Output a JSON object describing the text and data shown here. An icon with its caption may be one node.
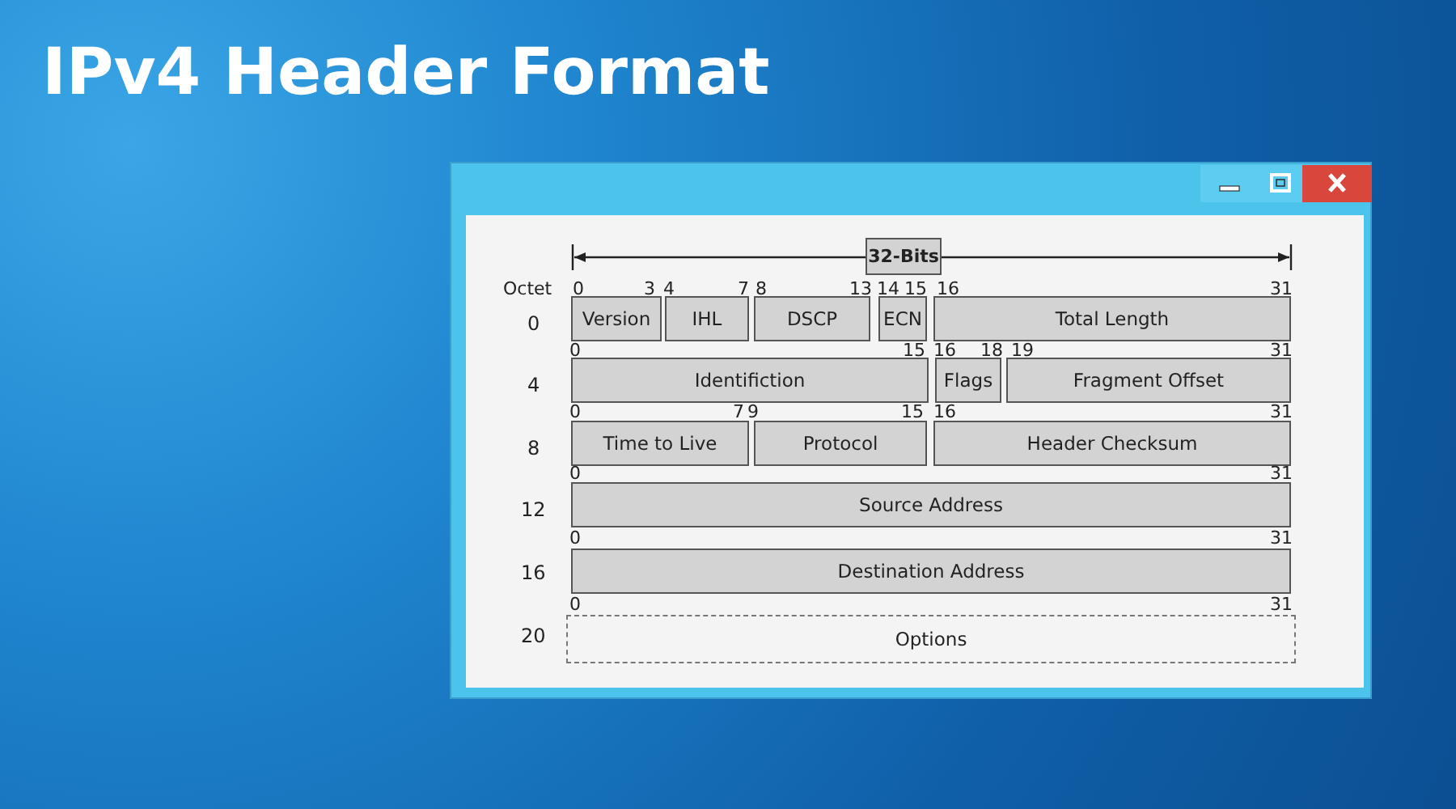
{
  "diagram": {
    "title": "IPv4 Header Format",
    "nodes": [
      {
        "text": [
          "32-Bits"
        ]
      },
      {
        "text": [
          "Version"
        ]
      },
      {
        "text": [
          "IHL"
        ]
      },
      {
        "text": [
          "DSCP"
        ]
      },
      {
        "text": [
          "ECN"
        ]
      },
      {
        "text": [
          "Total Length"
        ]
      },
      {
        "text": [
          "Identifiction"
        ]
      },
      {
        "text": [
          "Flags"
        ]
      },
      {
        "text": [
          "Fragment Offset"
        ]
      },
      {
        "text": [
          "Time to Live"
        ]
      },
      {
        "text": [
          "Protocol"
        ]
      },
      {
        "text": [
          "Header Checksum"
        ]
      },
      {
        "text": [
          "Source Address"
        ]
      },
      {
        "text": [
          "Destination Address"
        ]
      },
      {
        "text": [
          "Options"
        ]
      }
    ],
    "edges": [],
    "labels": [
      "Octet",
      "0",
      "3",
      "4",
      "7",
      "8",
      "13",
      "14",
      "15",
      "16",
      "31",
      "0",
      "0",
      "15",
      "16",
      "18",
      "19",
      "31",
      "4",
      "0",
      "7",
      "9",
      "15",
      "16",
      "31",
      "8",
      "0",
      "31",
      "12",
      "0",
      "31",
      "16",
      "0",
      "31",
      "20"
    ]
  }
}
